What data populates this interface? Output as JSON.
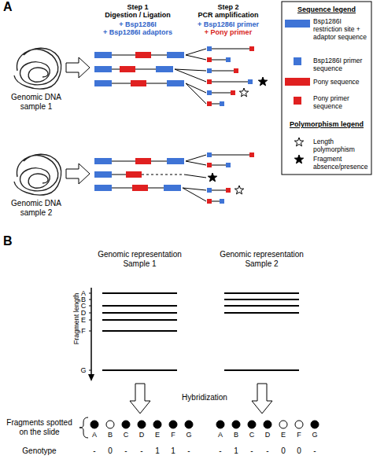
{
  "diagram": {
    "labels": [
      "A",
      "Step 1",
      "Digestion / Ligation",
      "+ Bsp1286I",
      "+ Bsp1286I adaptors",
      "Step 2",
      "PCR amplification",
      "+ Bsp1286I primer",
      "+ Pony primer",
      "Sequence legend",
      "Polymorphism legend",
      "Genomic DNA sample 1",
      "Genomic DNA sample 2",
      "B",
      "Genomic representation Sample 1",
      "Genomic representation Sample 2",
      "Fragment length",
      "A",
      "B",
      "C",
      "D",
      "E",
      "F",
      "G",
      "Hybridization",
      "Fragments spotted on the slide",
      "A",
      "B",
      "C",
      "D",
      "E",
      "F",
      "G",
      "A",
      "B",
      "C",
      "D",
      "E",
      "F",
      "G",
      "Genotype",
      "-",
      "0",
      "-",
      "-",
      "1",
      "1",
      "-",
      "-",
      "1",
      "-",
      "-",
      "0",
      "0",
      "-"
    ],
    "legend": [
      {
        "text": "Bsp1286I restriction site + adaptor sequence",
        "color": "#3f74d6"
      },
      {
        "text": "Bsp1286I primer sequence",
        "color": "#3f74d6"
      },
      {
        "text": "Pony sequence",
        "color": "#e02020"
      },
      {
        "text": "Pony primer sequence",
        "color": "#e02020"
      },
      {
        "text": "Length polymorphism"
      },
      {
        "text": "Fragment absence/presence"
      }
    ]
  }
}
